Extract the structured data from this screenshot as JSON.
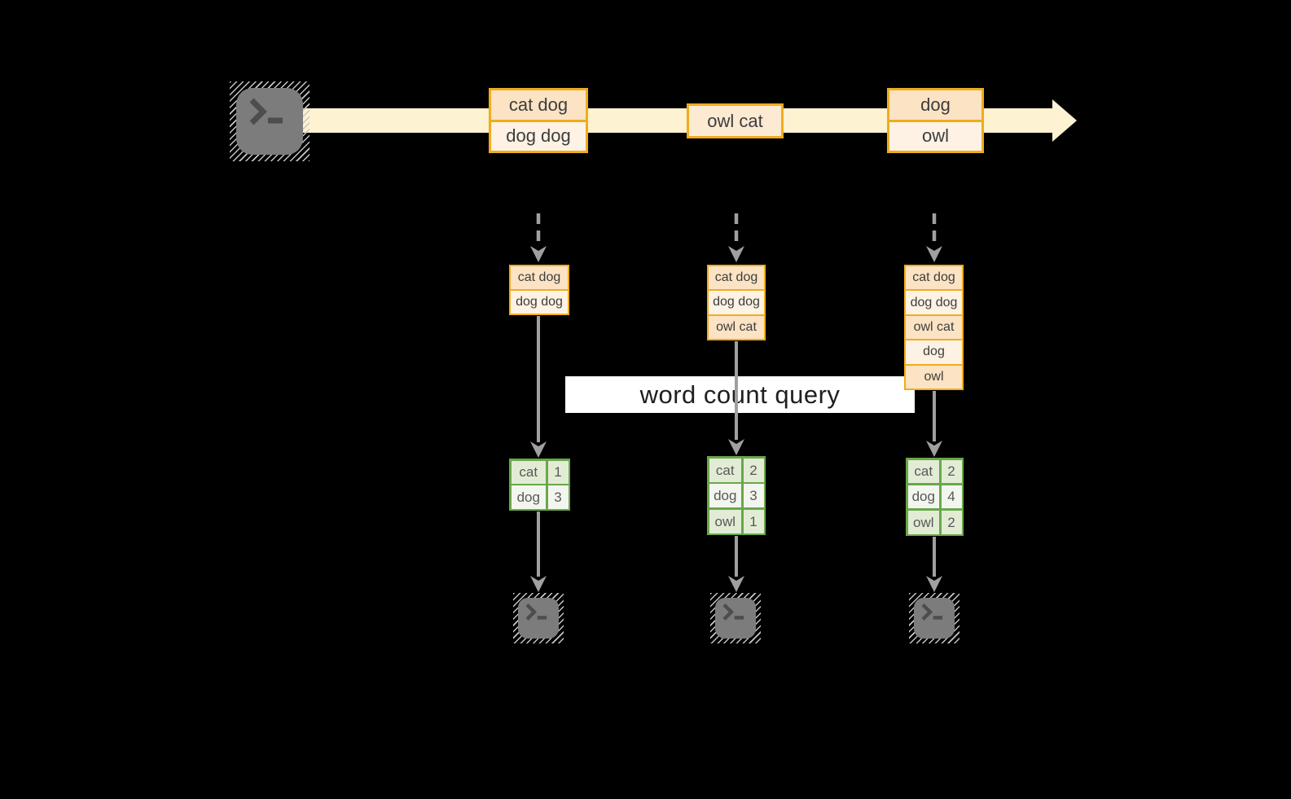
{
  "query_label": "word count query",
  "colors": {
    "background": "#000000",
    "band": "#fdf2d1",
    "amber_border": "#f0ac1e",
    "row_dark": "#fbe3c3",
    "row_light": "#fdf2e3",
    "row_medium": "#fcead3",
    "green_border": "#69a74b",
    "green_row": "#e2ecd5",
    "green_row_alt": "#f3f6ee",
    "green_text": "#585858",
    "arrow_gray": "#a0a0a0",
    "terminal_gray": "#7c7c7c",
    "glyph_gray": "#4d4d4d",
    "text_dark": "#3d3d3d",
    "query_text": "#1f1f1f"
  },
  "stream": {
    "batches": [
      {
        "lines": [
          "cat dog",
          "dog dog"
        ]
      },
      {
        "lines": [
          "owl cat"
        ]
      },
      {
        "lines": [
          "dog",
          "owl"
        ]
      }
    ]
  },
  "columns": [
    {
      "state": [
        "cat dog",
        "dog dog"
      ],
      "counts": [
        [
          "cat",
          "1"
        ],
        [
          "dog",
          "3"
        ]
      ]
    },
    {
      "state": [
        "cat dog",
        "dog dog",
        "owl cat"
      ],
      "counts": [
        [
          "cat",
          "2"
        ],
        [
          "dog",
          "3"
        ],
        [
          "owl",
          "1"
        ]
      ]
    },
    {
      "state": [
        "cat dog",
        "dog dog",
        "owl cat",
        "dog",
        "owl"
      ],
      "counts": [
        [
          "cat",
          "2"
        ],
        [
          "dog",
          "4"
        ],
        [
          "owl",
          "2"
        ]
      ]
    }
  ]
}
